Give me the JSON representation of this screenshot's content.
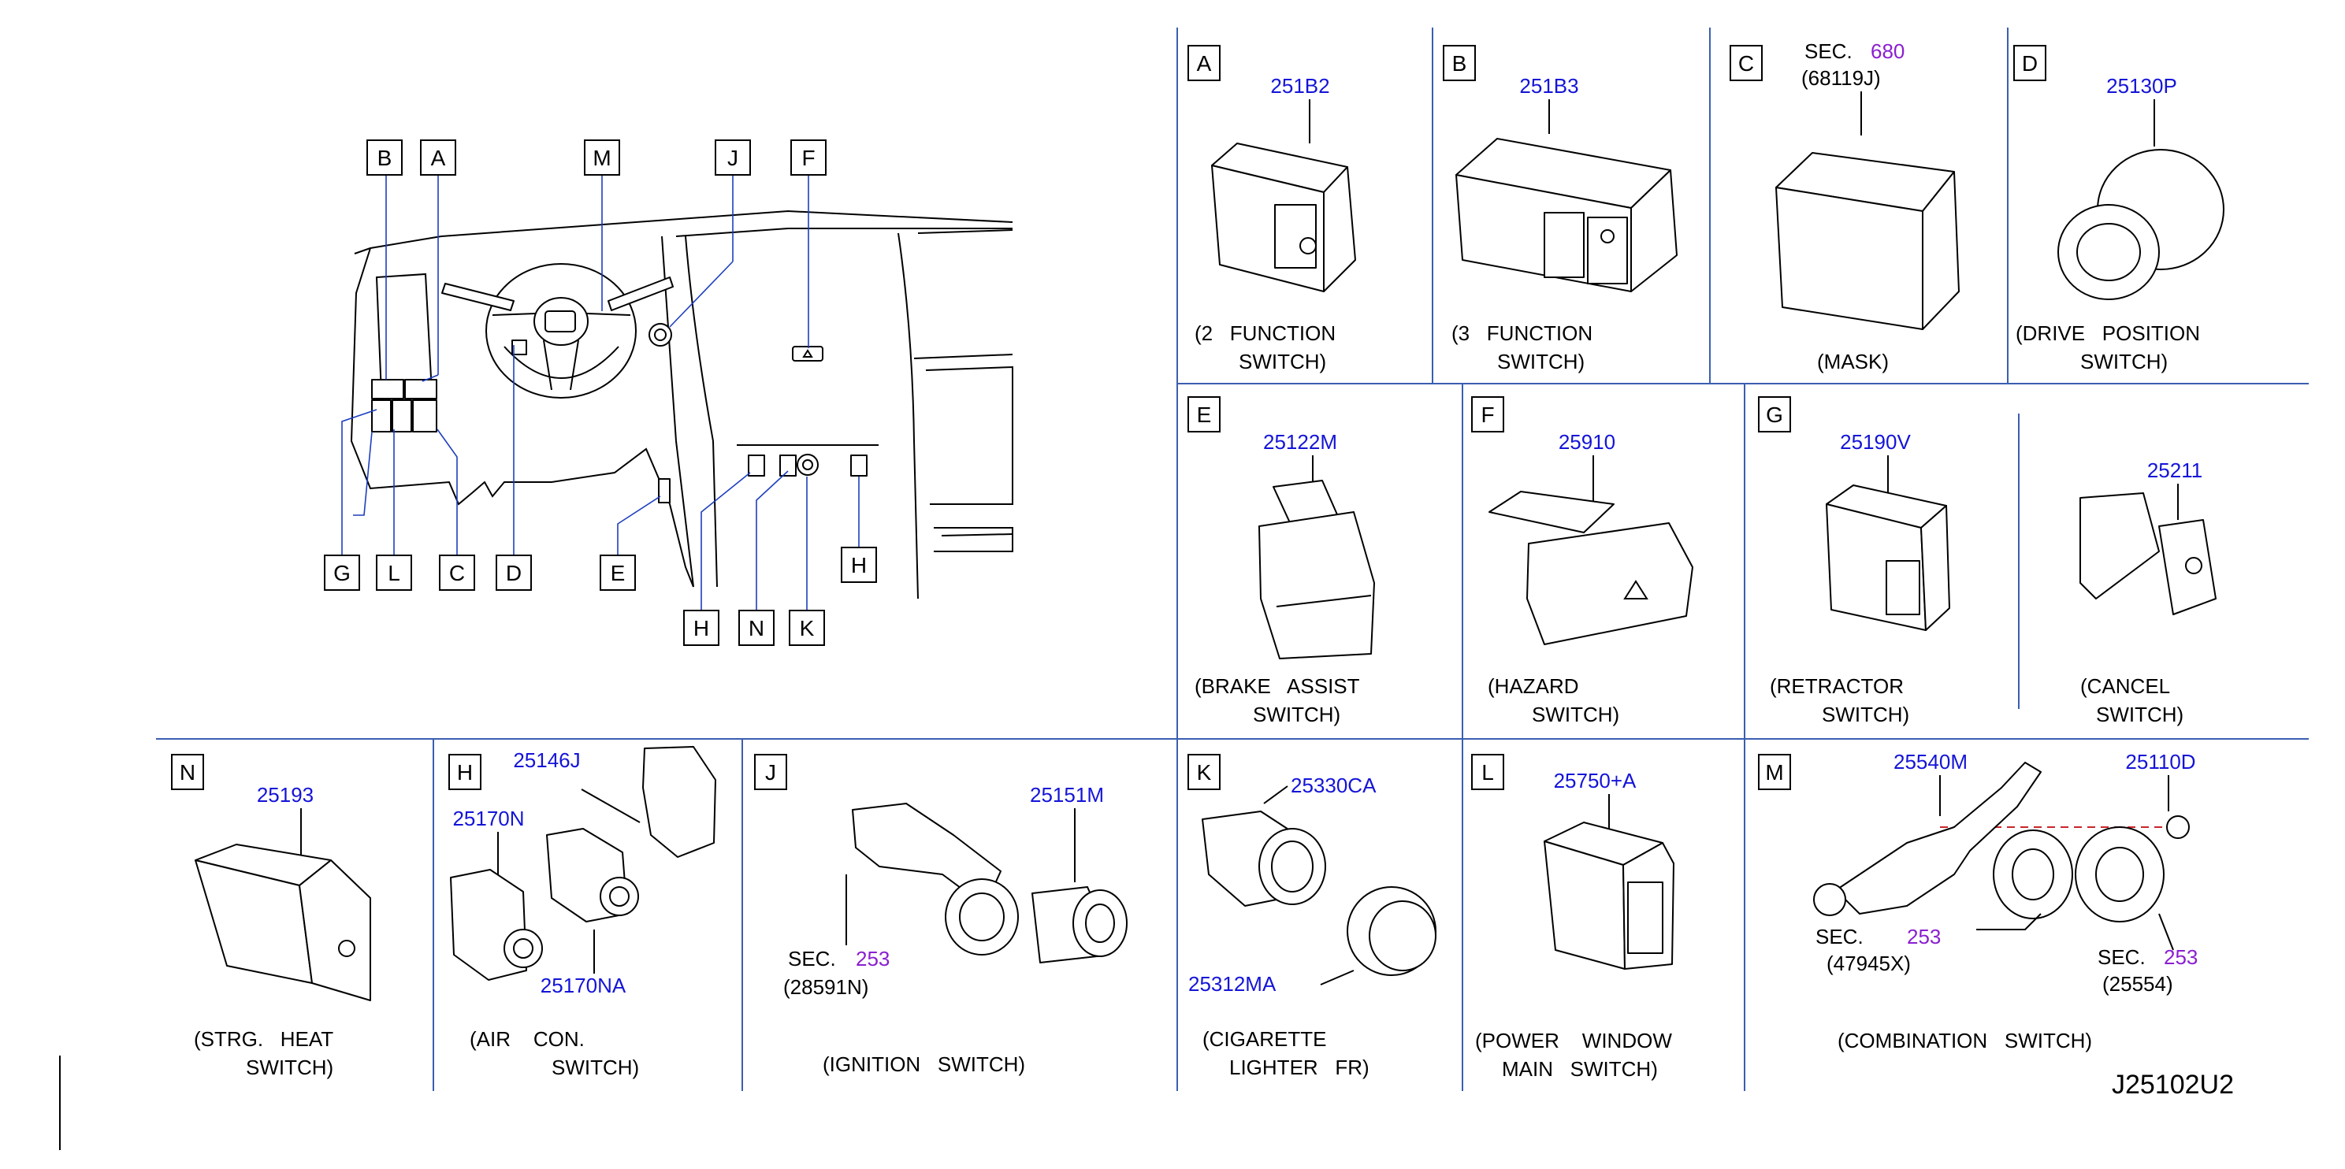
{
  "overview": {
    "letters": [
      "B",
      "A",
      "M",
      "J",
      "F",
      "G",
      "L",
      "C",
      "D",
      "E",
      "H",
      "N",
      "K",
      "H"
    ]
  },
  "panels": {
    "A": {
      "letter": "A",
      "part": "251B2",
      "cap1": "(2   FUNCTION",
      "cap2": "SWITCH)"
    },
    "B": {
      "letter": "B",
      "part": "251B3",
      "cap1": "(3   FUNCTION",
      "cap2": "SWITCH)"
    },
    "C": {
      "letter": "C",
      "sec_label": "SEC.",
      "sec_num": "680",
      "sub": "(68119J)",
      "cap1": "(MASK)"
    },
    "D": {
      "letter": "D",
      "part": "25130P",
      "cap1": "(DRIVE   POSITION",
      "cap2": "SWITCH)"
    },
    "E": {
      "letter": "E",
      "part": "25122M",
      "cap1": "(BRAKE   ASSIST",
      "cap2": "SWITCH)"
    },
    "F": {
      "letter": "F",
      "part": "25910",
      "cap1": "(HAZARD",
      "cap2": "SWITCH)"
    },
    "G": {
      "letter": "G",
      "part": "25190V",
      "cap1": "(RETRACTOR",
      "cap2": "SWITCH)",
      "part2": "25211",
      "cap3": "(CANCEL",
      "cap4": "SWITCH)"
    },
    "N": {
      "letter": "N",
      "part": "25193",
      "cap1": "(STRG.   HEAT",
      "cap2": "SWITCH)"
    },
    "H": {
      "letter": "H",
      "part1": "25146J",
      "part2": "25170N",
      "part3": "25170NA",
      "cap1": "(AIR    CON.",
      "cap2": "SWITCH)"
    },
    "J": {
      "letter": "J",
      "part": "25151M",
      "sec_label": "SEC.",
      "sec_num": "253",
      "sub": "(28591N)",
      "cap1": "(IGNITION   SWITCH)"
    },
    "K": {
      "letter": "K",
      "part1": "25330CA",
      "part2": "25312MA",
      "cap1": "(CIGARETTE",
      "cap2": "LIGHTER   FR)"
    },
    "L": {
      "letter": "L",
      "part": "25750+A",
      "cap1": "(POWER    WINDOW",
      "cap2": "MAIN   SWITCH)"
    },
    "M": {
      "letter": "M",
      "part1": "25540M",
      "part2": "25110D",
      "sec1_label": "SEC.",
      "sec1_num": "253",
      "sub1": "(47945X)",
      "sec2_label": "SEC.",
      "sec2_num": "253",
      "sub2": "(25554)",
      "cap1": "(COMBINATION   SWITCH)"
    }
  },
  "diagram_code": "J25102U2",
  "colors": {
    "part_number": "#1414d8",
    "section_number": "#8a1fd0",
    "grid": "#3a5fb0"
  }
}
